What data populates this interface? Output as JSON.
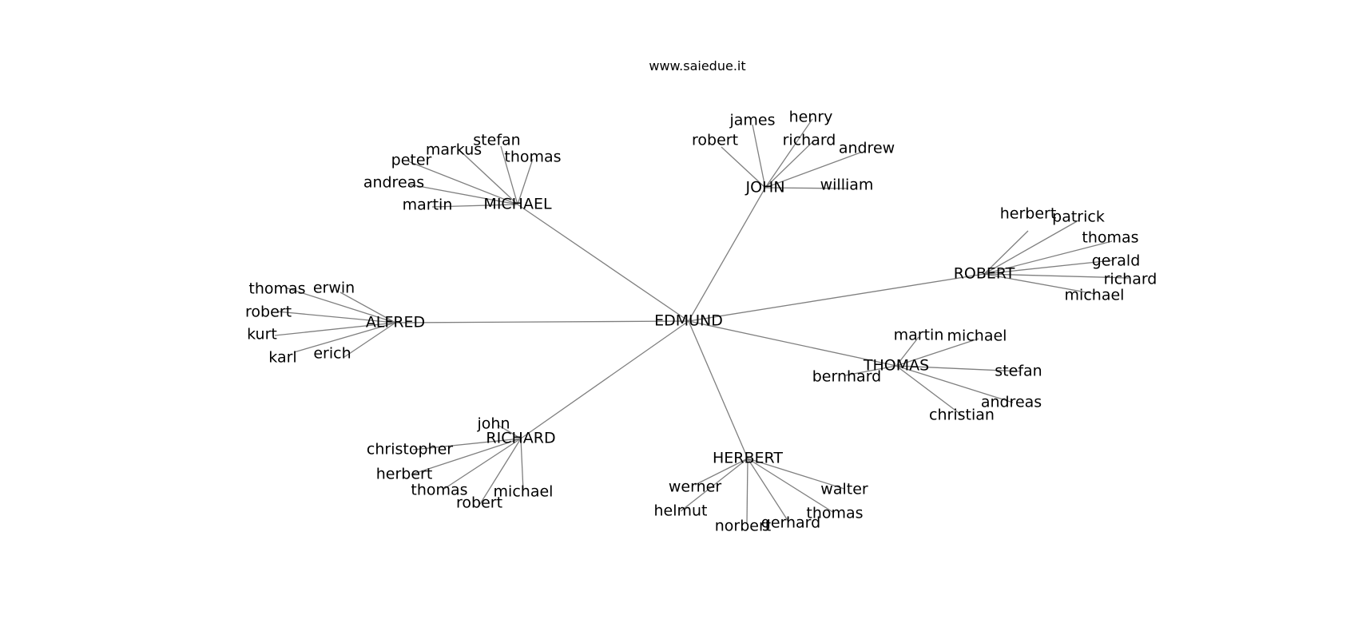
{
  "caption": "www.saiedue.it",
  "colors": {
    "edge": "#7f7f7f",
    "text": "#000000",
    "background": "#ffffff"
  },
  "graph": {
    "root": {
      "id": "EDMUND",
      "label": "EDMUND"
    },
    "clusters": [
      {
        "id": "MICHAEL",
        "label": "MICHAEL",
        "children": [
          "stefan",
          "markus",
          "thomas",
          "peter",
          "andreas",
          "martin"
        ]
      },
      {
        "id": "JOHN",
        "label": "JOHN",
        "children": [
          "james",
          "henry",
          "robert",
          "richard",
          "andrew",
          "william"
        ]
      },
      {
        "id": "ROBERT",
        "label": "ROBERT",
        "children": [
          "herbert",
          "patrick",
          "thomas",
          "gerald",
          "richard",
          "michael"
        ]
      },
      {
        "id": "ALFRED",
        "label": "ALFRED",
        "children": [
          "erwin",
          "thomas",
          "robert",
          "kurt",
          "karl",
          "erich"
        ]
      },
      {
        "id": "THOMAS",
        "label": "THOMAS",
        "children": [
          "martin",
          "michael",
          "bernhard",
          "stefan",
          "andreas",
          "christian"
        ]
      },
      {
        "id": "RICHARD",
        "label": "RICHARD",
        "children": [
          "john",
          "christopher",
          "herbert",
          "thomas",
          "robert",
          "michael"
        ]
      },
      {
        "id": "HERBERT",
        "label": "HERBERT",
        "children": [
          "werner",
          "walter",
          "helmut",
          "thomas",
          "norbert",
          "gerhard"
        ]
      }
    ]
  }
}
